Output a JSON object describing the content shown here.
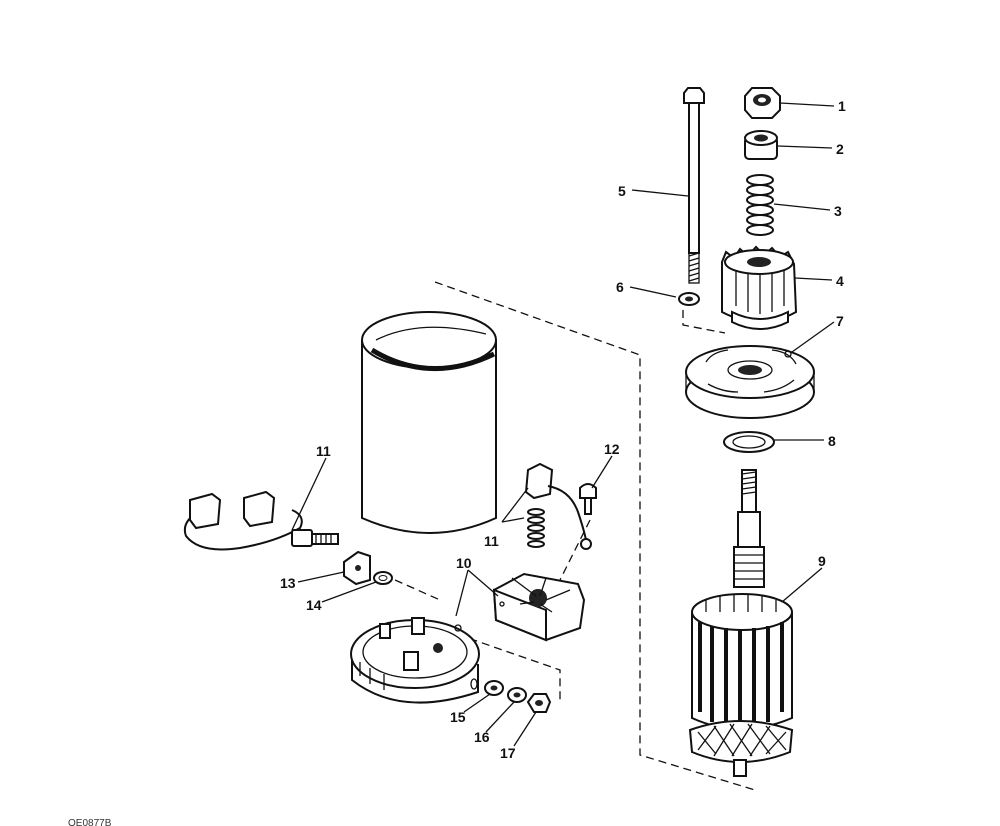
{
  "diagram": {
    "image_code": "OE0877B",
    "callouts": {
      "c1": "1",
      "c2": "2",
      "c3": "3",
      "c4": "4",
      "c5": "5",
      "c6": "6",
      "c7": "7",
      "c8": "8",
      "c9": "9",
      "c10": "10",
      "c11a": "11",
      "c11b": "11",
      "c12": "12",
      "c13": "13",
      "c14": "14",
      "c15": "15",
      "c16": "16",
      "c17": "17"
    }
  }
}
